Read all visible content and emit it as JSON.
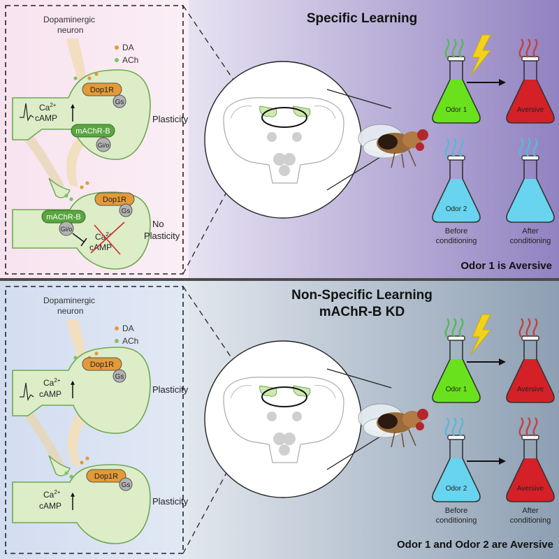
{
  "colors": {
    "top_left_bg": "#f5e1ee",
    "top_right_bg_start": "#ffffff",
    "top_right_bg_end": "#9384c2",
    "bottom_left_bg": "#d6e0f1",
    "bottom_right_bg_start": "#ffffff",
    "bottom_right_bg_end": "#8ea0b4",
    "neuron_green": "#dcedc8",
    "neuron_outline": "#6ea84f",
    "dopamine_axon": "#f1dfc0",
    "dop1r": "#e49a37",
    "machr": "#59a63f",
    "g_protein": "#b3b3b3",
    "da_dot": "#e49a37",
    "ach_dot": "#7ec35f",
    "odor1": "#69e21d",
    "odor2": "#68d4ef",
    "aversive": "#d42027",
    "vapor_green": "#57b85a",
    "vapor_blue": "#5cb6d9",
    "vapor_red": "#c8403f",
    "lightning": "#f2d21c",
    "cross": "#d7262b"
  },
  "top": {
    "title": "Specific Learning",
    "conclusion": "Odor 1 is Aversive",
    "neuron_label_line1": "Dopaminergic",
    "neuron_label_line2": "neuron",
    "legend_da": "DA",
    "legend_ach": "ACh",
    "synapse_upper": {
      "receptor_1": "Dop1R",
      "receptor_2": "mAChR-B",
      "g_protein_1": "Gs",
      "g_protein_2": "Gi/o",
      "ca": "Ca",
      "ca_sup": "2+",
      "camp": "cAMP",
      "outcome": "Plasticity"
    },
    "synapse_lower": {
      "receptor_1": "Dop1R",
      "receptor_2": "mAChR-B",
      "g_protein_1": "Gs",
      "g_protein_2": "Gi/o",
      "ca": "Ca",
      "ca_sup": "2+",
      "camp": "cAMP",
      "outcome_line1": "No",
      "outcome_line2": "Plasticity"
    },
    "flask_odor1": "Odor 1",
    "flask_odor2": "Odor 2",
    "flask_aversive": "Aversive",
    "before_line1": "Before",
    "before_line2": "conditioning",
    "after_line1": "After",
    "after_line2": "conditioning"
  },
  "bottom": {
    "title_line1": "Non-Specific Learning",
    "title_line2": "mAChR-B KD",
    "conclusion": "Odor 1 and Odor 2 are Aversive",
    "neuron_label_line1": "Dopaminergic",
    "neuron_label_line2": "neuron",
    "legend_da": "DA",
    "legend_ach": "ACh",
    "synapse_upper": {
      "receptor_1": "Dop1R",
      "g_protein_1": "Gs",
      "ca": "Ca",
      "ca_sup": "2+",
      "camp": "cAMP",
      "outcome": "Plasticity"
    },
    "synapse_lower": {
      "receptor_1": "Dop1R",
      "g_protein_1": "Gs",
      "ca": "Ca",
      "ca_sup": "2+",
      "camp": "cAMP",
      "outcome": "Plasticity"
    },
    "flask_odor1": "Odor 1",
    "flask_odor2": "Odor 2",
    "flask_aversive_1": "Aversive",
    "flask_aversive_2": "Aversive",
    "before_line1": "Before",
    "before_line2": "conditioning",
    "after_line1": "After",
    "after_line2": "conditioning"
  }
}
